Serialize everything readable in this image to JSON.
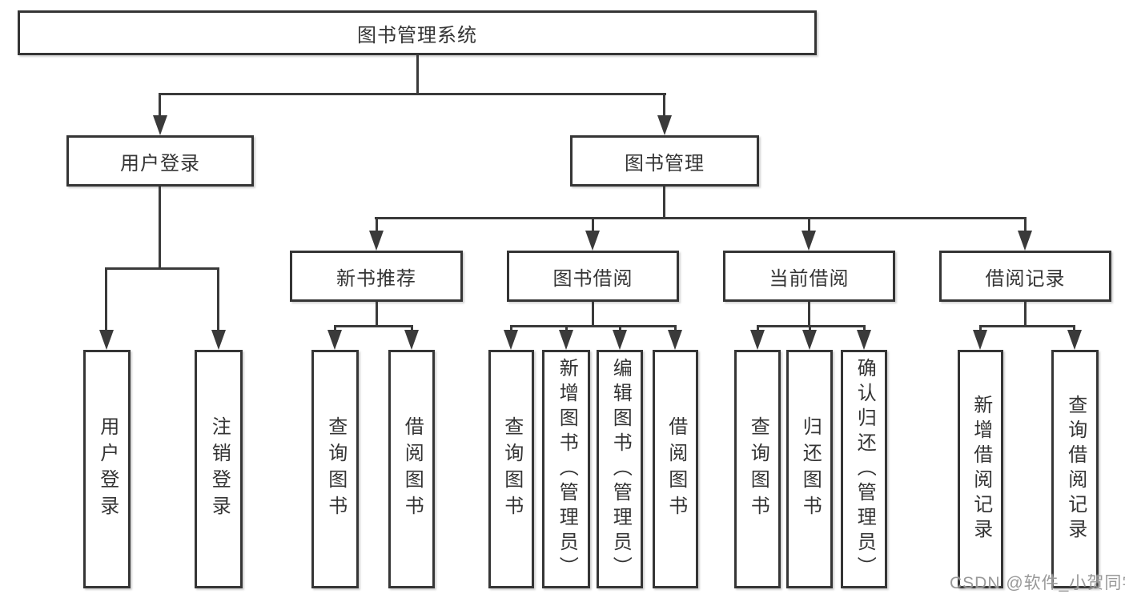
{
  "root": {
    "label": "图书管理系统"
  },
  "user_login": {
    "label": "用户登录",
    "children": [
      {
        "label": "用户登录"
      },
      {
        "label": "注销登录"
      }
    ]
  },
  "book_mgmt": {
    "label": "图书管理",
    "groups": [
      {
        "label": "新书推荐",
        "children": [
          {
            "label": "查询图书"
          },
          {
            "label": "借阅图书"
          }
        ]
      },
      {
        "label": "图书借阅",
        "children": [
          {
            "label": "查询图书"
          },
          {
            "label": "新增图书（管理员）"
          },
          {
            "label": "编辑图书（管理员）"
          },
          {
            "label": "借阅图书"
          }
        ]
      },
      {
        "label": "当前借阅",
        "children": [
          {
            "label": "查询图书"
          },
          {
            "label": "归还图书"
          },
          {
            "label": "确认归还（管理员）"
          }
        ]
      },
      {
        "label": "借阅记录",
        "children": [
          {
            "label": "新增借阅记录"
          },
          {
            "label": "查询借阅记录"
          }
        ]
      }
    ]
  },
  "watermark": {
    "text": "CSDN @软件_小贺同学"
  },
  "colors": {
    "line": "#3a3a3a",
    "border": "#353535",
    "text": "#343434",
    "watermark": "#949494",
    "background": "#ffffff"
  }
}
